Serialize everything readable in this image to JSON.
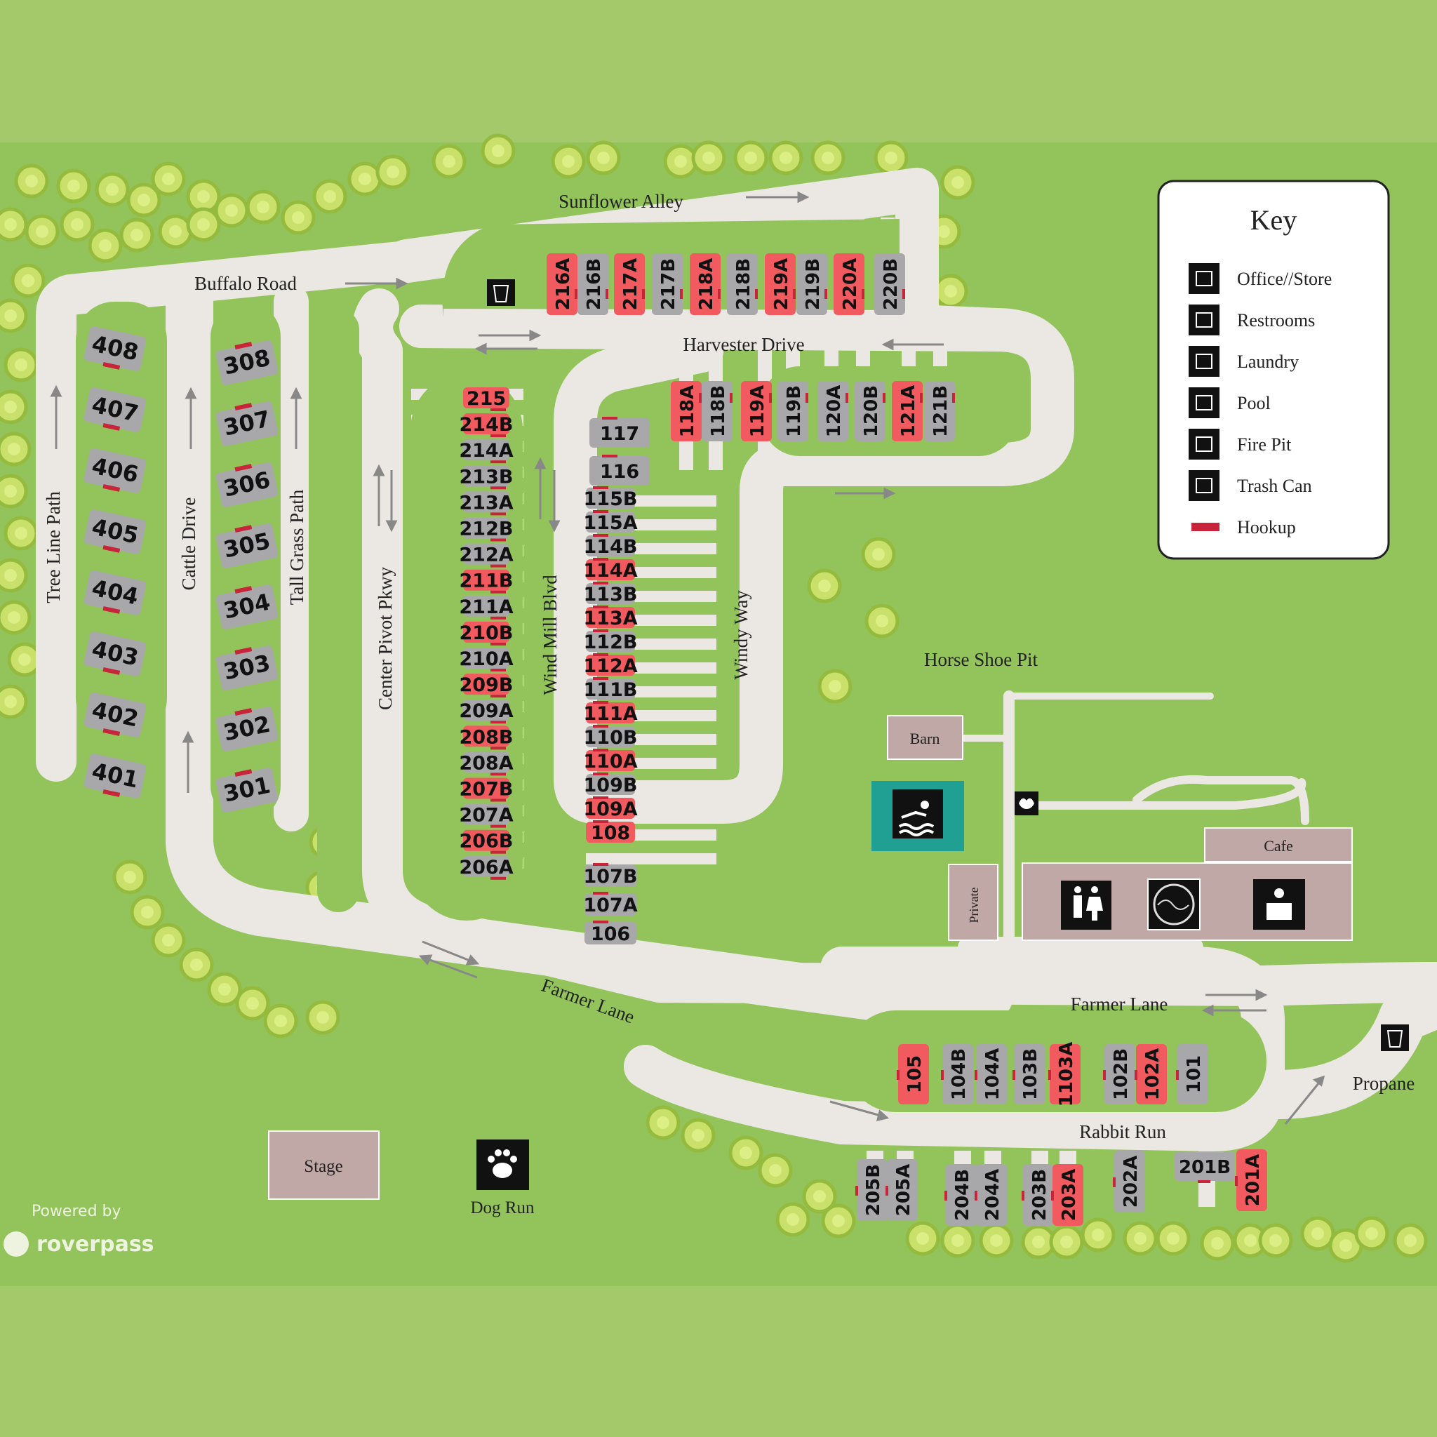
{
  "colors": {
    "band": "#a3c96a",
    "grass": "#93c45c",
    "road": "#ebe7e2",
    "site_available": "#a8a8aa",
    "site_reserved": "#f15a5f",
    "hookup": "#c8243a",
    "building": "#bfa8a6",
    "pool": "#1fa092"
  },
  "roads": {
    "sunflower_alley": "Sunflower Alley",
    "buffalo_road": "Buffalo Road",
    "harvester_drive": "Harvester Drive",
    "tree_line_path": "Tree Line Path",
    "cattle_drive": "Cattle Drive",
    "tall_grass_path": "Tall Grass Path",
    "center_pivot_pkwy": "Center Pivot Pkwy",
    "wind_mill_blvd": "Wind Mill Blvd",
    "windy_way": "Windy Way",
    "farmer_lane_west": "Farmer Lane",
    "farmer_lane_east": "Farmer Lane",
    "rabbit_run": "Rabbit Run"
  },
  "places": {
    "horse_shoe_pit": "Horse Shoe Pit",
    "barn": "Barn",
    "cafe": "Cafe",
    "private": "Private",
    "stage": "Stage",
    "dog_run": "Dog Run",
    "propane": "Propane"
  },
  "key": {
    "title": "Key",
    "items": [
      {
        "label": "Office//Store",
        "icon": "office-icon"
      },
      {
        "label": "Restrooms",
        "icon": "restrooms-icon"
      },
      {
        "label": "Laundry",
        "icon": "laundry-icon"
      },
      {
        "label": "Pool",
        "icon": "pool-icon"
      },
      {
        "label": "Fire Pit",
        "icon": "fire-pit-icon"
      },
      {
        "label": "Trash Can",
        "icon": "trash-can-icon"
      },
      {
        "label": "Hookup",
        "icon": "hookup-swatch"
      }
    ]
  },
  "branding": {
    "powered_by": "Powered by",
    "brand": "roverpass"
  },
  "sites": {
    "row_400": [
      "408",
      "407",
      "406",
      "405",
      "404",
      "403",
      "402",
      "401"
    ],
    "row_300": [
      "308",
      "307",
      "306",
      "305",
      "304",
      "303",
      "302",
      "301"
    ],
    "row_200": [
      {
        "id": "215",
        "reserved": true
      },
      {
        "id": "214B",
        "reserved": true
      },
      {
        "id": "214A",
        "reserved": false
      },
      {
        "id": "213B",
        "reserved": false
      },
      {
        "id": "213A",
        "reserved": false
      },
      {
        "id": "212B",
        "reserved": false
      },
      {
        "id": "212A",
        "reserved": false
      },
      {
        "id": "211B",
        "reserved": true
      },
      {
        "id": "211A",
        "reserved": false
      },
      {
        "id": "210B",
        "reserved": true
      },
      {
        "id": "210A",
        "reserved": false
      },
      {
        "id": "209B",
        "reserved": true
      },
      {
        "id": "209A",
        "reserved": false
      },
      {
        "id": "208B",
        "reserved": true
      },
      {
        "id": "208A",
        "reserved": false
      },
      {
        "id": "207B",
        "reserved": true
      },
      {
        "id": "207A",
        "reserved": false
      },
      {
        "id": "206B",
        "reserved": true
      },
      {
        "id": "206A",
        "reserved": false
      }
    ],
    "row_100": [
      {
        "id": "117",
        "reserved": false
      },
      {
        "id": "116",
        "reserved": false
      },
      {
        "id": "115B",
        "reserved": false
      },
      {
        "id": "115A",
        "reserved": false
      },
      {
        "id": "114B",
        "reserved": false
      },
      {
        "id": "114A",
        "reserved": true
      },
      {
        "id": "113B",
        "reserved": false
      },
      {
        "id": "113A",
        "reserved": true
      },
      {
        "id": "112B",
        "reserved": false
      },
      {
        "id": "112A",
        "reserved": true
      },
      {
        "id": "111B",
        "reserved": false
      },
      {
        "id": "111A",
        "reserved": true
      },
      {
        "id": "110B",
        "reserved": false
      },
      {
        "id": "110A",
        "reserved": true
      },
      {
        "id": "109B",
        "reserved": false
      },
      {
        "id": "109A",
        "reserved": true
      },
      {
        "id": "108",
        "reserved": true
      },
      {
        "id": "107B",
        "reserved": false
      },
      {
        "id": "107A",
        "reserved": false
      },
      {
        "id": "106",
        "reserved": false
      }
    ],
    "sunflower": [
      {
        "id": "216A",
        "reserved": true
      },
      {
        "id": "216B",
        "reserved": false
      },
      {
        "id": "217A",
        "reserved": true
      },
      {
        "id": "217B",
        "reserved": false
      },
      {
        "id": "218A",
        "reserved": true
      },
      {
        "id": "218B",
        "reserved": false
      },
      {
        "id": "219A",
        "reserved": true
      },
      {
        "id": "219B",
        "reserved": false
      },
      {
        "id": "220A",
        "reserved": true
      },
      {
        "id": "220B",
        "reserved": false
      }
    ],
    "harvester": [
      {
        "id": "118A",
        "reserved": true
      },
      {
        "id": "118B",
        "reserved": false
      },
      {
        "id": "119A",
        "reserved": true
      },
      {
        "id": "119B",
        "reserved": false
      },
      {
        "id": "120A",
        "reserved": false
      },
      {
        "id": "120B",
        "reserved": false
      },
      {
        "id": "121A",
        "reserved": true
      },
      {
        "id": "121B",
        "reserved": false
      }
    ],
    "rabbit_north": [
      {
        "id": "105",
        "reserved": true
      },
      {
        "id": "104B",
        "reserved": false
      },
      {
        "id": "104A",
        "reserved": false
      },
      {
        "id": "103B",
        "reserved": false
      },
      {
        "id": "1103A",
        "reserved": true
      },
      {
        "id": "102B",
        "reserved": false
      },
      {
        "id": "102A",
        "reserved": true
      },
      {
        "id": "101",
        "reserved": false
      }
    ],
    "rabbit_south": [
      {
        "id": "205B",
        "reserved": false
      },
      {
        "id": "205A",
        "reserved": false
      },
      {
        "id": "204B",
        "reserved": false
      },
      {
        "id": "204A",
        "reserved": false
      },
      {
        "id": "203B",
        "reserved": false
      },
      {
        "id": "203A",
        "reserved": true
      },
      {
        "id": "202A",
        "reserved": false
      },
      {
        "id": "201B",
        "reserved": false
      },
      {
        "id": "201A",
        "reserved": true
      }
    ]
  }
}
